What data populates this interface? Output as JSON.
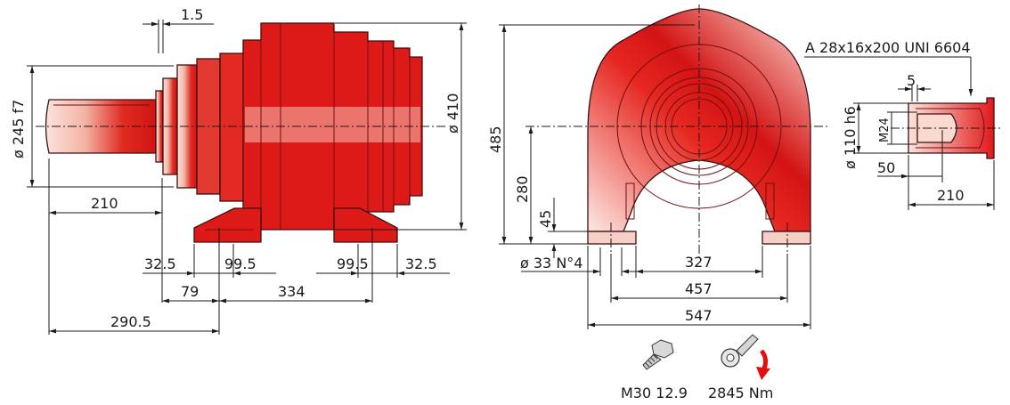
{
  "dimensions": {
    "flange_gap": "1.5",
    "shaft_diameter": "ø 245 f7",
    "body_diameter": "ø 410",
    "shaft_length": "210",
    "foot_edge_left": "32.5",
    "foot_width_left": "99.5",
    "foot_width_right": "99.5",
    "foot_edge_right": "32.5",
    "foot_offset": "79",
    "foot_spacing": "334",
    "overall_to_foot": "290.5",
    "height_total": "485",
    "axis_height": "280",
    "foot_thickness": "45",
    "hole_spec": "ø 33 N°4",
    "hole_spacing_inner": "327",
    "hole_spacing_outer": "457",
    "base_width": "547",
    "key_spec": "A 28x16x200 UNI 6604",
    "key_offset": "5",
    "bore_diameter": "ø 110 h6",
    "thread": "M24",
    "thread_depth": "50",
    "hollow_length": "210"
  },
  "fasteners": {
    "bolt_icon": "bolt-icon",
    "bolt_label": "M30 12.9",
    "torque_icon": "torque-wrench-icon",
    "torque_label": "2845 Nm",
    "accent_color": "#e01010"
  },
  "colors": {
    "body_red": "#e01818",
    "highlight": "#fde6df"
  }
}
